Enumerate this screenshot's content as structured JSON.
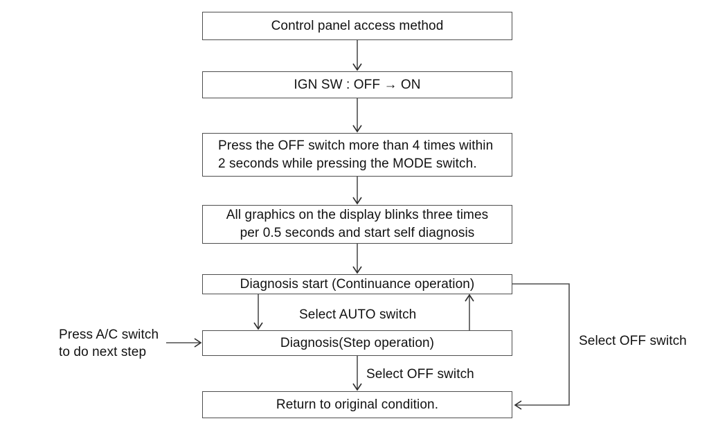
{
  "diagram": {
    "title": "Control panel self diagnosis access flowchart",
    "type": "flowchart",
    "background_color": "#ffffff",
    "box_border_color": "#4d4d4d",
    "line_color": "#4d4d4d",
    "text_color": "#111111"
  },
  "nodes": [
    {
      "id": "n1",
      "label": "Control panel access method"
    },
    {
      "id": "n2",
      "label": "IGN SW : OFF → ON"
    },
    {
      "id": "n3",
      "label": "Press the OFF switch more than 4 times within\n2 seconds while pressing the MODE switch."
    },
    {
      "id": "n4",
      "label": "All graphics on the display blinks three times\nper 0.5 seconds and start self diagnosis"
    },
    {
      "id": "n5",
      "label": "Diagnosis start (Continuance operation)"
    },
    {
      "id": "n6",
      "label": "Diagnosis(Step operation)"
    },
    {
      "id": "n7",
      "label": "Return to original condition."
    }
  ],
  "edge_labels": {
    "select_auto_switch": "Select AUTO switch",
    "select_off_switch_center": "Select OFF switch",
    "select_off_switch_right": "Select OFF switch",
    "press_ac_switch": "Press A/C switch\nto do next step"
  },
  "icons": {
    "arrow_down": "arrow-down-icon",
    "arrow_up": "arrow-up-icon",
    "arrow_right": "arrow-right-icon",
    "arrow_left": "arrow-left-icon"
  }
}
